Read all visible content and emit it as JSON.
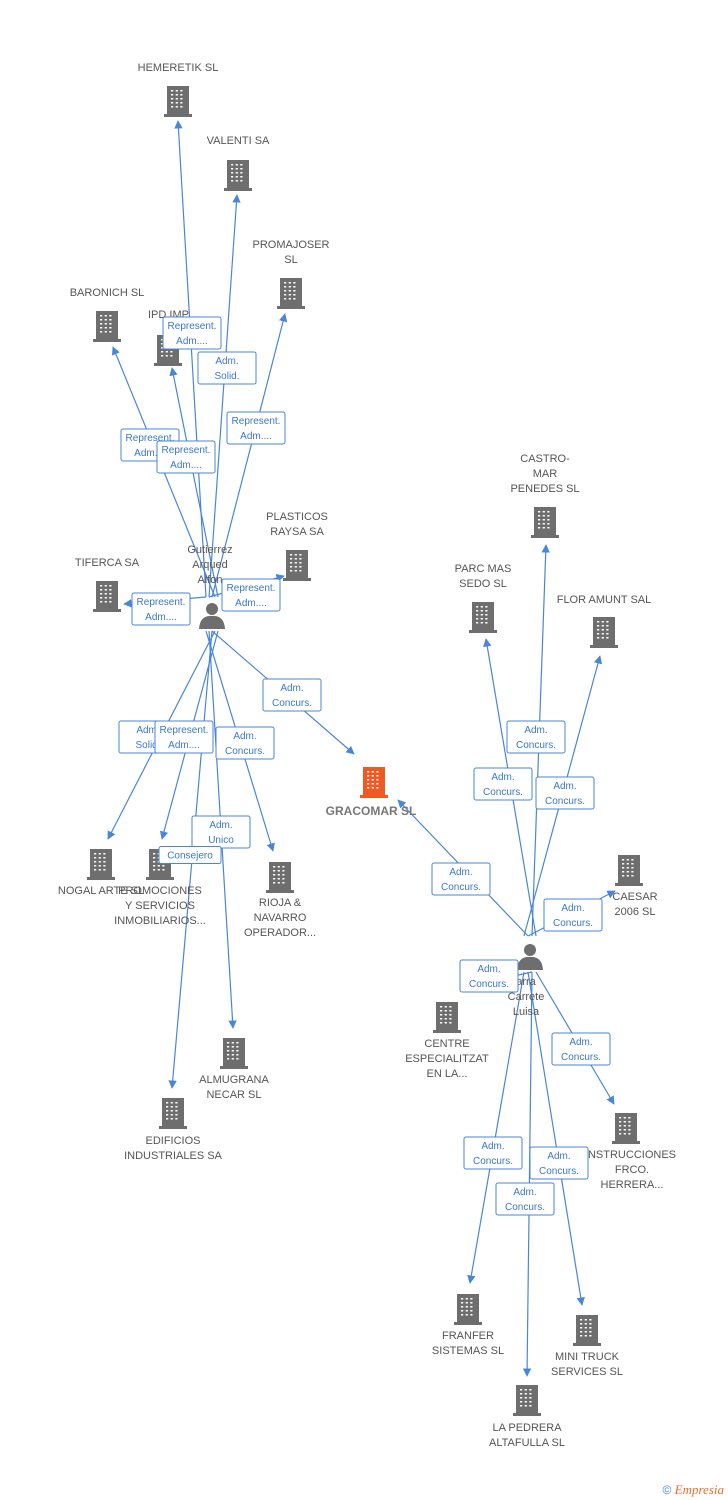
{
  "colors": {
    "building": "#6e6e6e",
    "center": "#ef5a24",
    "edge": "#4a86d6",
    "edge_text": "#3c78c8",
    "label": "#555555"
  },
  "center": {
    "id": "gracomar",
    "label": "GRACOMAR SL"
  },
  "persons": [
    {
      "id": "p1",
      "label": [
        "Gutierrez",
        "Arqued",
        "Alfon"
      ]
    },
    {
      "id": "p2",
      "label": [
        "arra",
        "Carrete",
        "Luisa"
      ]
    }
  ],
  "companies": [
    {
      "id": "hemeretik",
      "label": [
        "HEMERETIK SL"
      ]
    },
    {
      "id": "valenti",
      "label": [
        "VALENTI SA"
      ]
    },
    {
      "id": "promajoser",
      "label": [
        "PROMAJOSER",
        "SL"
      ]
    },
    {
      "id": "baronich",
      "label": [
        "BARONICH SL"
      ]
    },
    {
      "id": "ipd",
      "label": [
        "IPD IMP"
      ]
    },
    {
      "id": "plasticos",
      "label": [
        "PLASTICOS",
        "RAYSA SA"
      ]
    },
    {
      "id": "tiferca",
      "label": [
        "TIFERCA SA"
      ]
    },
    {
      "id": "nogal",
      "label": [
        "NOGAL ARTE SL"
      ]
    },
    {
      "id": "promociones",
      "label": [
        "PROMOCIONES",
        "Y SERVICIOS",
        "INMOBILIARIOS..."
      ]
    },
    {
      "id": "rioja",
      "label": [
        "RIOJA &",
        "NAVARRO",
        "OPERADOR..."
      ]
    },
    {
      "id": "almugrana",
      "label": [
        "ALMUGRANA",
        "NECAR SL"
      ]
    },
    {
      "id": "edificios",
      "label": [
        "EDIFICIOS",
        "INDUSTRIALES SA"
      ]
    },
    {
      "id": "castromar",
      "label": [
        "CASTRO-",
        "MAR",
        "PENEDES SL"
      ]
    },
    {
      "id": "parcmas",
      "label": [
        "PARC MAS",
        "SEDO SL"
      ]
    },
    {
      "id": "floramunt",
      "label": [
        "FLOR AMUNT SAL"
      ]
    },
    {
      "id": "caesar",
      "label": [
        "CAESAR",
        "2006 SL"
      ]
    },
    {
      "id": "centre",
      "label": [
        "CENTRE",
        "ESPECIALITZAT",
        "EN LA..."
      ]
    },
    {
      "id": "construcciones",
      "label": [
        "NSTRUCCIONES",
        "FRCO.",
        "HERRERA..."
      ]
    },
    {
      "id": "franfer",
      "label": [
        "FRANFER",
        "SISTEMAS SL"
      ]
    },
    {
      "id": "minitruck",
      "label": [
        "MINI TRUCK",
        "SERVICES SL"
      ]
    },
    {
      "id": "lapedrera",
      "label": [
        "LA PEDRERA",
        "ALTAFULLA SL"
      ]
    }
  ],
  "edges": [
    {
      "from": "p1",
      "to": "hemeretik",
      "label": [
        "Represent.",
        "Adm...."
      ]
    },
    {
      "from": "p1",
      "to": "valenti",
      "label": [
        "Adm.",
        "Solid."
      ]
    },
    {
      "from": "p1",
      "to": "promajoser",
      "label": [
        "Represent.",
        "Adm...."
      ]
    },
    {
      "from": "p1",
      "to": "baronich",
      "label": [
        "Represent.",
        "Adm...."
      ]
    },
    {
      "from": "p1",
      "to": "ipd",
      "label": [
        "Represent.",
        "Adm...."
      ]
    },
    {
      "from": "p1",
      "to": "tiferca",
      "label": [
        "Represent.",
        "Adm...."
      ]
    },
    {
      "from": "p1",
      "to": "plasticos",
      "label": [
        "Represent.",
        "Adm...."
      ]
    },
    {
      "from": "p1",
      "to": "gracomar",
      "label": [
        "Adm.",
        "Concurs."
      ]
    },
    {
      "from": "p1",
      "to": "nogal",
      "label": [
        "Adm.",
        "Solid."
      ]
    },
    {
      "from": "p1",
      "to": "promociones",
      "label": [
        "Represent.",
        "Adm...."
      ]
    },
    {
      "from": "p1",
      "to": "rioja",
      "label": [
        "Adm.",
        "Concurs."
      ]
    },
    {
      "from": "p1",
      "to": "almugrana",
      "label": [
        "Adm.",
        "Unico"
      ]
    },
    {
      "from": "p1",
      "to": "edificios",
      "label": [
        "Consejero"
      ]
    },
    {
      "from": "p2",
      "to": "gracomar",
      "label": [
        "Adm.",
        "Concurs."
      ]
    },
    {
      "from": "p2",
      "to": "castromar",
      "label": [
        "Adm.",
        "Concurs."
      ]
    },
    {
      "from": "p2",
      "to": "parcmas",
      "label": [
        "Adm.",
        "Concurs."
      ]
    },
    {
      "from": "p2",
      "to": "floramunt",
      "label": [
        "Adm.",
        "Concurs."
      ]
    },
    {
      "from": "p2",
      "to": "caesar",
      "label": [
        "Adm.",
        "Concurs."
      ]
    },
    {
      "from": "p2",
      "to": "centre",
      "label": [
        "Adm.",
        "Concurs."
      ]
    },
    {
      "from": "p2",
      "to": "construcciones",
      "label": [
        "Adm.",
        "Concurs."
      ]
    },
    {
      "from": "p2",
      "to": "franfer",
      "label": [
        "Adm.",
        "Concurs."
      ]
    },
    {
      "from": "p2",
      "to": "minitruck",
      "label": [
        "Adm.",
        "Concurs."
      ]
    },
    {
      "from": "p2",
      "to": "lapedrera",
      "label": [
        "Adm.",
        "Concurs."
      ]
    }
  ],
  "footer": {
    "copyright": "©",
    "brand": "Empresia"
  }
}
